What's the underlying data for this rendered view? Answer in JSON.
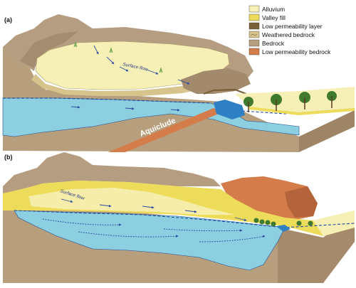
{
  "colors": {
    "alluvium": "#f6f0b7",
    "valley_fill": "#eddc5a",
    "low_perm_layer": "#7b6139",
    "weathered_bedrock": "#d7c48d",
    "bedrock": "#b79f7d",
    "low_perm_bedrock": "#d47d4a",
    "water": "#8ccfe0",
    "water_deep": "#6cbfd6",
    "water_edge": "#1e4d9a",
    "vegetation": "#3f7a2e"
  },
  "panels": [
    {
      "label": "(a)",
      "surface_flow_label": "Surface flow",
      "aquiclude_label": "Aquiclude"
    },
    {
      "label": "(b)",
      "surface_flow_label": "Surface flow"
    }
  ],
  "legend": [
    {
      "label": "Alluvium",
      "swatch": "alluvium"
    },
    {
      "label": "Valley fill",
      "swatch": "valley_fill"
    },
    {
      "label": "Low permeability layer",
      "swatch": "low_perm_layer"
    },
    {
      "label": "Weathered bedrock",
      "swatch": "weathered_bedrock"
    },
    {
      "label": "Bedrock",
      "swatch": "bedrock"
    },
    {
      "label": "Low permeability bedrock",
      "swatch": "low_perm_bedrock"
    }
  ]
}
